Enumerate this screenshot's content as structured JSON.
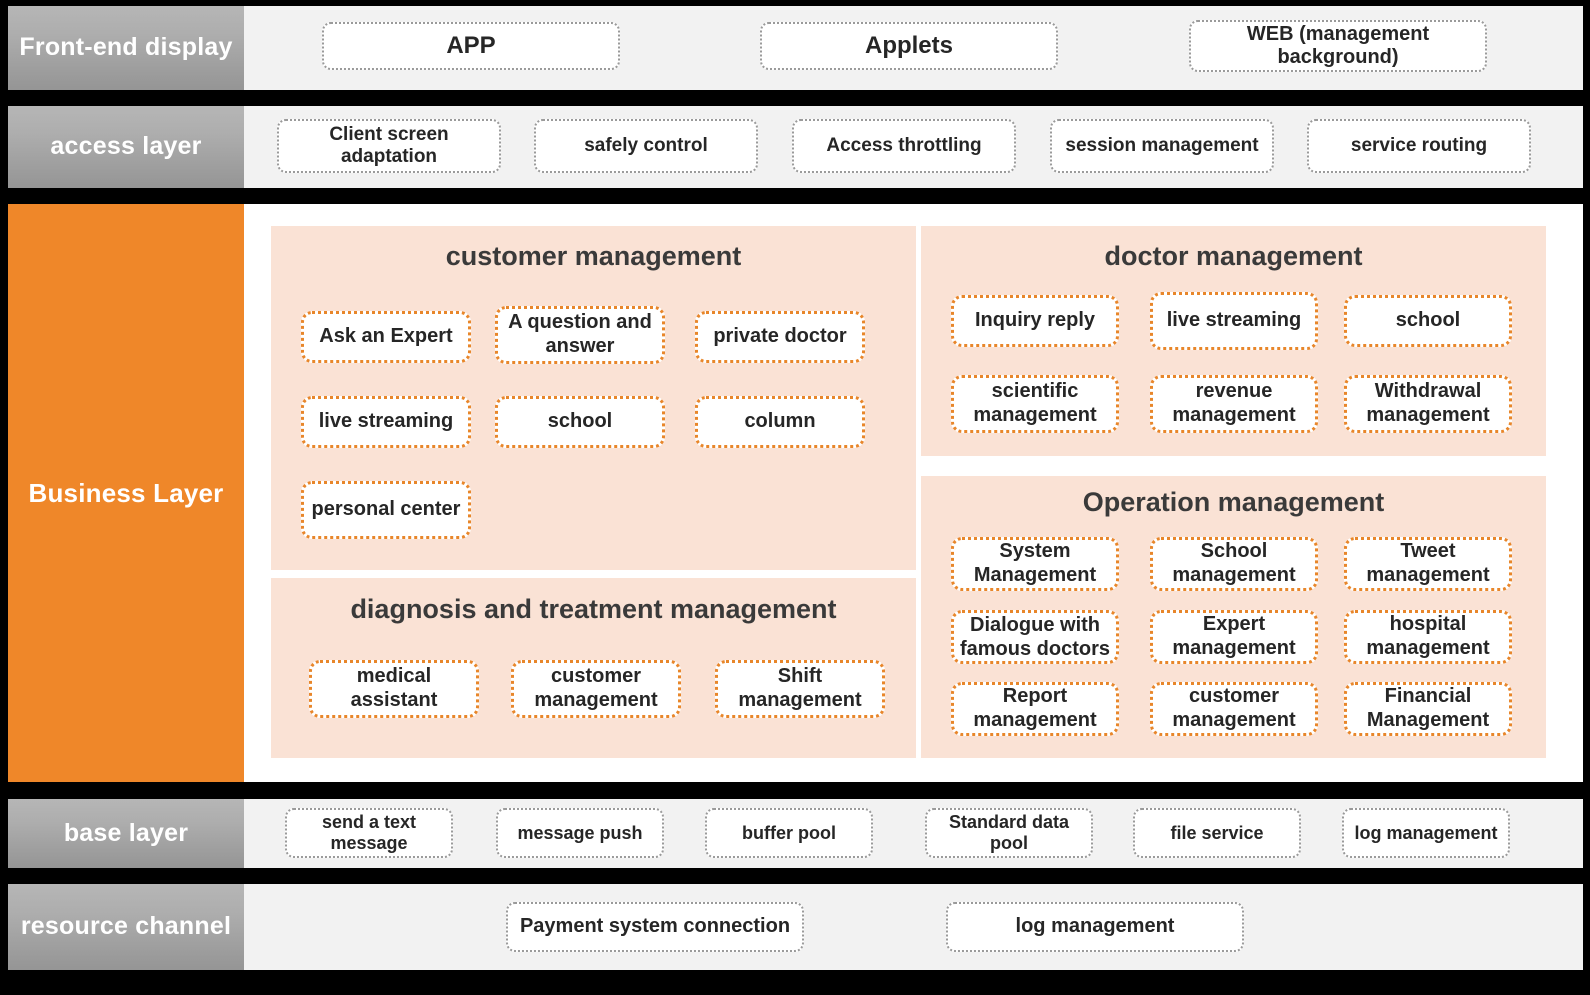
{
  "colors": {
    "orange_accent": "#ef8729",
    "peach_panel": "#fae2d5",
    "grey_label": "#a9a9a9",
    "band_background": "#f2f2f2",
    "cell_border_orange": "#e8862a",
    "chip_border_grey": "#9a9a9a",
    "gap": "#000000"
  },
  "layers": {
    "frontend": {
      "label": "Front-end display",
      "items": [
        {
          "label": "APP"
        },
        {
          "label": "Applets"
        },
        {
          "label": "WEB (management background)"
        }
      ]
    },
    "access": {
      "label": "access layer",
      "items": [
        {
          "label": "Client screen adaptation"
        },
        {
          "label": "safely control"
        },
        {
          "label": "Access throttling"
        },
        {
          "label": "session management"
        },
        {
          "label": "service routing"
        }
      ]
    },
    "business": {
      "label": "Business Layer",
      "panels": [
        {
          "title": "customer management",
          "cells": [
            {
              "label": "Ask an Expert"
            },
            {
              "label": "A question and answer"
            },
            {
              "label": "private doctor"
            },
            {
              "label": "live streaming"
            },
            {
              "label": "school"
            },
            {
              "label": "column"
            },
            {
              "label": "personal center"
            }
          ]
        },
        {
          "title": "diagnosis and treatment management",
          "cells": [
            {
              "label": "medical assistant"
            },
            {
              "label": "customer management"
            },
            {
              "label": "Shift management"
            }
          ]
        },
        {
          "title": "doctor management",
          "cells": [
            {
              "label": "Inquiry reply"
            },
            {
              "label": "live streaming"
            },
            {
              "label": "school"
            },
            {
              "label": "scientific management"
            },
            {
              "label": "revenue management"
            },
            {
              "label": "Withdrawal management"
            }
          ]
        },
        {
          "title": "Operation management",
          "cells": [
            {
              "label": "System Management"
            },
            {
              "label": "School management"
            },
            {
              "label": "Tweet management"
            },
            {
              "label": "Dialogue with famous doctors"
            },
            {
              "label": "Expert management"
            },
            {
              "label": "hospital management"
            },
            {
              "label": "Report management"
            },
            {
              "label": "customer management"
            },
            {
              "label": "Financial Management"
            }
          ]
        }
      ]
    },
    "base": {
      "label": "base layer",
      "items": [
        {
          "label": "send a text message"
        },
        {
          "label": "message push"
        },
        {
          "label": "buffer pool"
        },
        {
          "label": "Standard data pool"
        },
        {
          "label": "file service"
        },
        {
          "label": "log management"
        }
      ]
    },
    "resource": {
      "label": "resource channel",
      "items": [
        {
          "label": "Payment system connection"
        },
        {
          "label": "log management"
        }
      ]
    }
  }
}
